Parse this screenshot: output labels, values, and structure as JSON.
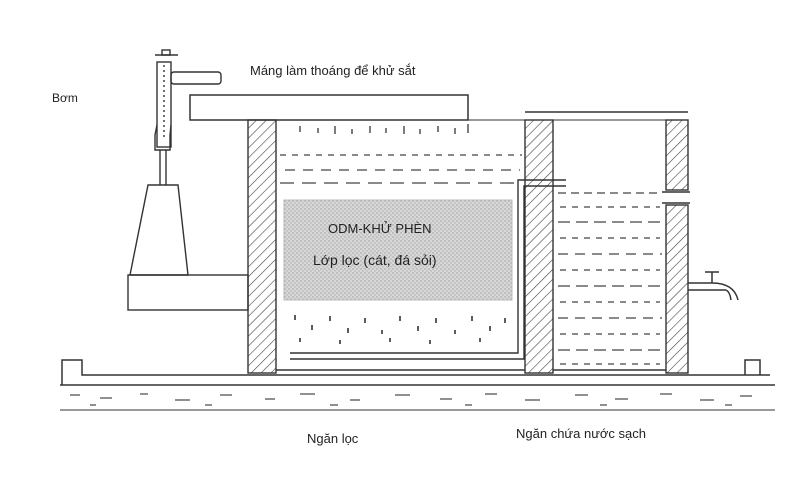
{
  "labels": {
    "pump": "Bơm",
    "aeration_trough": "Máng làm thoáng để khử sắt",
    "odm_layer": "ODM-KHỬ PHÈN",
    "filter_layer": "Lớp lọc (cát, đá sỏi)",
    "filter_chamber": "Ngăn lọc",
    "clean_water_chamber": "Ngăn chứa nước sạch"
  },
  "colors": {
    "line": "#333333",
    "filter_fill": "#cfcfcf",
    "background": "#ffffff"
  }
}
